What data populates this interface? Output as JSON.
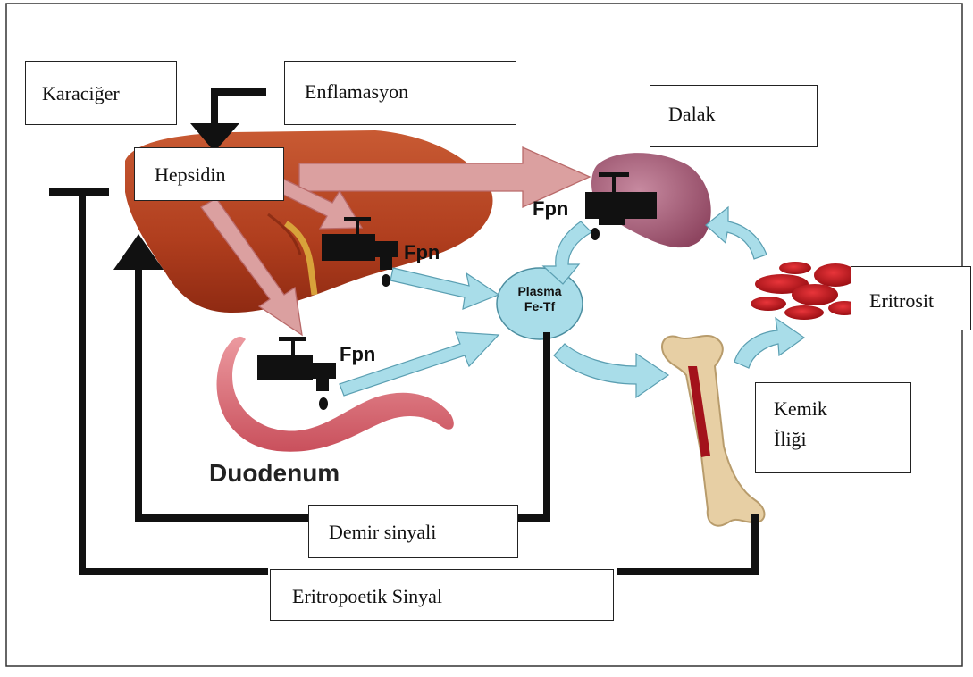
{
  "labels": {
    "karaciger": "Karaciğer",
    "enflamasyon": "Enflamasyon",
    "hepsidin": "Hepsidin",
    "dalak": "Dalak",
    "eritrosit": "Eritrosit",
    "kemik_line1": "Kemik",
    "kemik_line2": "İliği",
    "demir": "Demir sinyali",
    "eritropoetik": "Eritropoetik Sinyal"
  },
  "organ_labels": {
    "duodenum": "Duodenum",
    "fpn": "Fpn",
    "plasma_line1": "Plasma",
    "plasma_line2": "Fe-Tf"
  },
  "colors": {
    "liver": "#b8421f",
    "spleen": "#a45a73",
    "duodenum": "#dc6f79",
    "hepcidin_arrow": "#dba0a0",
    "flow_arrow": "#a9dde9",
    "plasma": "#a9dde9",
    "erythrocyte": "#c4161c",
    "bone": "#e7cfa4",
    "marrow": "#a3121b",
    "signal_line": "#111111"
  }
}
